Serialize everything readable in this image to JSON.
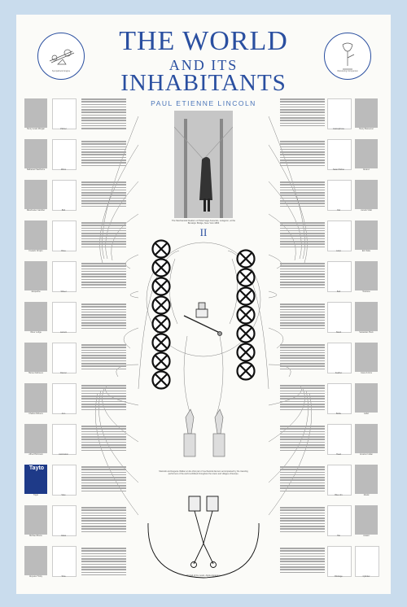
{
  "header": {
    "title_line1": "THE WORLD",
    "title_line2": "AND ITS",
    "title_line3": "INHABITANTS",
    "author": "PAUL ETIENNE LINCOLN"
  },
  "medallions": {
    "left_caption": "Sympathetic Engine",
    "right_caption": "Wandering Companion"
  },
  "center": {
    "roman_numeral": "II",
    "main_caption": "The Mechanical Dualism of Pelerinage Associés, Lelagoon, at the Brooklyn Bridge, New York 1883",
    "lower_caption": "Marcello and Eugenie Walker an Ex-Voto pair of mechanical dancers accompanied by the traveling performers of the world exhibited throughout the towns and villages of Europe.",
    "bottom_caption": "Portrait of the Lewis, Apple Apparatus"
  },
  "left_rows": [
    {
      "cap_a": "Henry Lewis Morgan",
      "cap_b": "Pitcher"
    },
    {
      "cap_a": "Nathaniel Hawthorne",
      "cap_b": "Mirror"
    },
    {
      "cap_a": "Manchester Gambler",
      "cap_b": "Bird"
    },
    {
      "cap_a": "Frederic Chopin",
      "cap_b": "Rose"
    },
    {
      "cap_a": "Jacqueline",
      "cap_b": "Wheel"
    },
    {
      "cap_a": "Oliver Lodge",
      "cap_b": "Lantern"
    },
    {
      "cap_a": "Hanne Darboven",
      "cap_b": "Dancer"
    },
    {
      "cap_a": "Charles Dickens",
      "cap_b": "Arm"
    },
    {
      "cap_a": "Alfred Hitchcock",
      "cap_b": "Automaton"
    },
    {
      "cap_a": "Tayto",
      "cap_b": "Vase"
    },
    {
      "cap_a": "Michael Moore",
      "cap_b": "Glass"
    },
    {
      "cap_a": "Aloysius Trinity",
      "cap_b": "Tube"
    }
  ],
  "right_rows": [
    {
      "cap_a": "Gramophone",
      "cap_b": "Henry Bessemer"
    },
    {
      "cap_a": "Swan Pitcher",
      "cap_b": "Alvarez"
    },
    {
      "cap_a": "Owl",
      "cap_b": "Aurelio Vidal"
    },
    {
      "cap_a": "Lamp",
      "cap_b": "Eric Satie"
    },
    {
      "cap_a": "Bell",
      "cap_b": "Toulouse"
    },
    {
      "cap_a": "Stand",
      "cap_b": "Sebastian Pluck"
    },
    {
      "cap_a": "Feather",
      "cap_b": "Coat of Arms"
    },
    {
      "cap_a": "Bottle",
      "cap_b": "Label"
    },
    {
      "cap_a": "Head",
      "cap_b": "Amazon Indian"
    },
    {
      "cap_a": "Blue Urn",
      "cap_b": "Medal"
    },
    {
      "cap_a": "Hat",
      "cap_b": "Aviator"
    },
    {
      "cap_a": "Birdcage",
      "cap_b": "Cylinder"
    }
  ],
  "tayto_label": "Tayto",
  "colors": {
    "accent": "#2a4fa0",
    "frame": "#c9dced"
  }
}
